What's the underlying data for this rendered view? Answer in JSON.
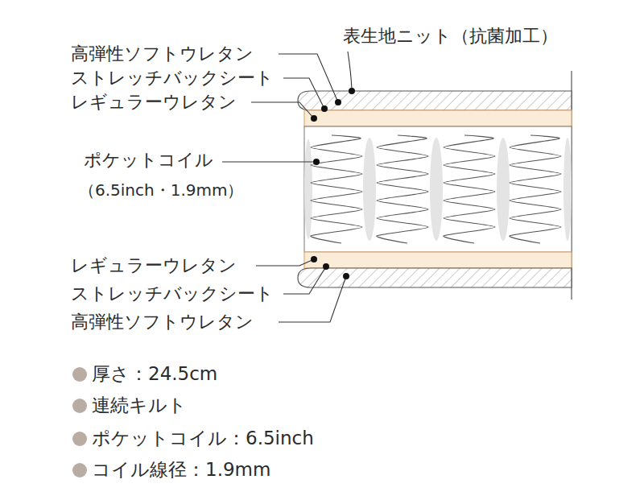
{
  "diagram": {
    "labels": [
      "表生地ニット（抗菌加工）",
      "高弾性ソフトウレタン",
      "ストレッチバックシート",
      "レギュラーウレタン",
      "ポケットコイル",
      "（6.5inch・1.9mm）",
      "レギュラーウレタン",
      "ストレッチバックシート",
      "高弾性ソフトウレタン",
      "厚さ：24.5cm",
      "連続キルト",
      "ポケットコイル：6.5inch",
      "コイル線径：1.9mm"
    ]
  }
}
